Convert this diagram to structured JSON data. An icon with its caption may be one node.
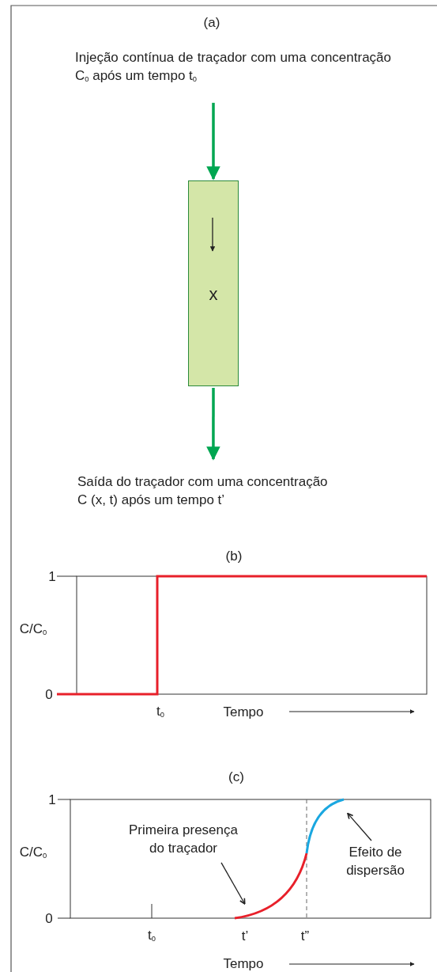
{
  "diagram": {
    "nodes": [
      {
        "text": [
          "Injeção contínua de traçador com uma concentração C$_{0}$ após um tempo t$_{0}$"
        ]
      },
      {
        "text": [
          "x"
        ]
      },
      {
        "text": [
          "Saída do traçador com uma concentração C (x, t) após um tempo t’"
        ]
      },
      {
        "text": [
          "Primeira presença do traçador"
        ]
      },
      {
        "text": [
          "Efeito de dispersão"
        ]
      },
      {
        "text": [],
        "shape": "curve"
      },
      {
        "text": [],
        "shape": "curve"
      }
    ],
    "edges": [
      {
        "from": 0,
        "to": 1,
        "arrow": "to",
        "style": "thick",
        "color": "#00a651"
      },
      {
        "from": 1,
        "to": 2,
        "arrow": "to",
        "style": "thick",
        "color": "#00a651"
      },
      {
        "from": 3,
        "to": 5,
        "arrow": "to",
        "color": "#222222"
      },
      {
        "from": 4,
        "to": 6,
        "arrow": "to",
        "color": "#222222"
      }
    ],
    "labels": [
      "(a)",
      "(b)",
      "1",
      "C/C$_{0}$",
      "0",
      "t$_{0}$",
      "Tempo",
      "(c)",
      "1",
      "C/C$_{0}$",
      "0",
      "t$_{0}$",
      "t’",
      "t”",
      "Tempo"
    ]
  }
}
